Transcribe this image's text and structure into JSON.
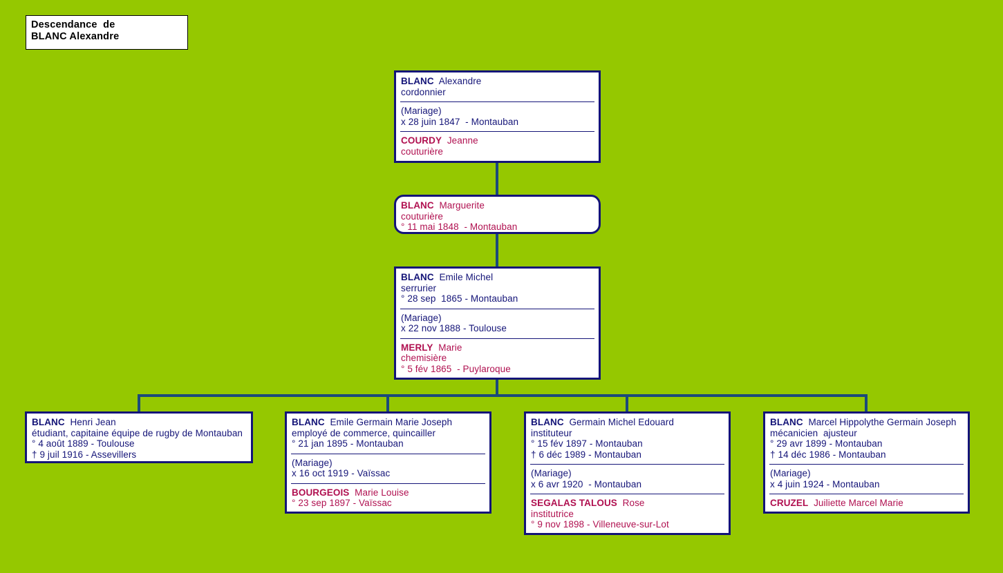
{
  "meta": {
    "background_color": "#95c800",
    "box_border_color": "#141478",
    "male_text_color": "#141478",
    "female_text_color": "#b01050",
    "connector_color": "#1b4a7a",
    "title_box_bg": "#ffffff"
  },
  "title": {
    "line1": "Descendance  de",
    "line2": "BLANC Alexandre"
  },
  "nodes": {
    "root": {
      "person": {
        "surname": "BLANC",
        "given": "Alexandre",
        "occupation": "cordonnier",
        "birth": "",
        "death": ""
      },
      "union": {
        "label": "(Mariage)",
        "event": "x 28 juin 1847  - Montauban"
      },
      "spouse": {
        "surname": "COURDY",
        "given": "Jeanne",
        "occupation": "couturière",
        "birth": "",
        "death": ""
      }
    },
    "gen2": {
      "person": {
        "surname": "BLANC",
        "given": "Marguerite",
        "occupation": "couturière",
        "birth": "° 11 mai 1848  - Montauban",
        "death": ""
      }
    },
    "gen3": {
      "person": {
        "surname": "BLANC",
        "given": "Emile Michel",
        "occupation": "serrurier",
        "birth": "° 28 sep  1865 - Montauban",
        "death": ""
      },
      "union": {
        "label": "(Mariage)",
        "event": "x 22 nov 1888 - Toulouse"
      },
      "spouse": {
        "surname": "MERLY",
        "given": "Marie",
        "occupation": "chemisière",
        "birth": "° 5 fév 1865  - Puylaroque",
        "death": ""
      }
    },
    "child1": {
      "person": {
        "surname": "BLANC",
        "given": "Henri Jean",
        "occupation": "étudiant, capitaine équipe de rugby de Montauban",
        "birth": "° 4 août 1889 - Toulouse",
        "death": "† 9 juil 1916 - Assevillers"
      }
    },
    "child2": {
      "person": {
        "surname": "BLANC",
        "given": "Emile Germain Marie Joseph",
        "occupation": "employé de commerce, quincailler",
        "birth": "° 21 jan 1895 - Montauban",
        "death": ""
      },
      "union": {
        "label": "(Mariage)",
        "event": "x 16 oct 1919 - Vaïssac"
      },
      "spouse": {
        "surname": "BOURGEOIS",
        "given": "Marie Louise",
        "occupation": "",
        "birth": "° 23 sep 1897 - Vaïssac",
        "death": ""
      }
    },
    "child3": {
      "person": {
        "surname": "BLANC",
        "given": "Germain Michel Edouard",
        "occupation": "instituteur",
        "birth": "° 15 fév 1897 - Montauban",
        "death": "† 6 déc 1989 - Montauban"
      },
      "union": {
        "label": "(Mariage)",
        "event": "x 6 avr 1920  - Montauban"
      },
      "spouse": {
        "surname": "SEGALAS TALOUS",
        "given": "Rose",
        "occupation": "institutrice",
        "birth": "° 9 nov 1898 - Villeneuve-sur-Lot",
        "death": ""
      }
    },
    "child4": {
      "person": {
        "surname": "BLANC",
        "given": "Marcel Hippolythe Germain Joseph",
        "occupation": "mécanicien  ajusteur",
        "birth": "° 29 avr 1899 - Montauban",
        "death": "† 14 déc 1986 - Montauban"
      },
      "union": {
        "label": "(Mariage)",
        "event": "x 4 juin 1924 - Montauban"
      },
      "spouse": {
        "surname": "CRUZEL",
        "given": "Juiliette Marcel Marie",
        "occupation": "",
        "birth": "",
        "death": ""
      }
    }
  }
}
